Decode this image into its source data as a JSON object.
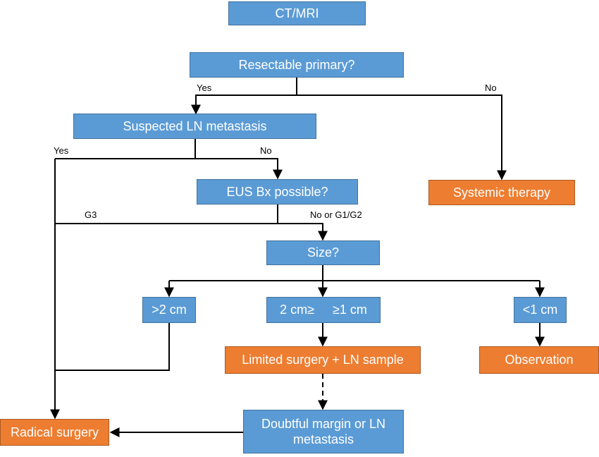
{
  "colors": {
    "decision_box": "#5b9bd5",
    "outcome_box": "#ed7d31",
    "connector": "#000000"
  },
  "nodes": {
    "ct_mri": "CT/MRI",
    "resectable": "Resectable primary?",
    "suspected_ln": "Suspected LN metastasis",
    "eus_bx": "EUS Bx possible?",
    "systemic_therapy": "Systemic therapy",
    "size": "Size?",
    "size_gt2": ">2 cm",
    "size_mid_upper": "2 cm≥",
    "size_mid_lower": "≥1 cm",
    "size_lt1": "<1 cm",
    "limited_surgery": "Limited surgery + LN sample",
    "observation": "Observation",
    "doubtful_margin": "Doubtful margin or LN metastasis",
    "radical_surgery": "Radical surgery"
  },
  "edge_labels": {
    "resectable_yes": "Yes",
    "resectable_no": "No",
    "ln_yes": "Yes",
    "ln_no": "No",
    "eus_g3": "G3",
    "eus_no_g1g2": "No or G1/G2"
  }
}
